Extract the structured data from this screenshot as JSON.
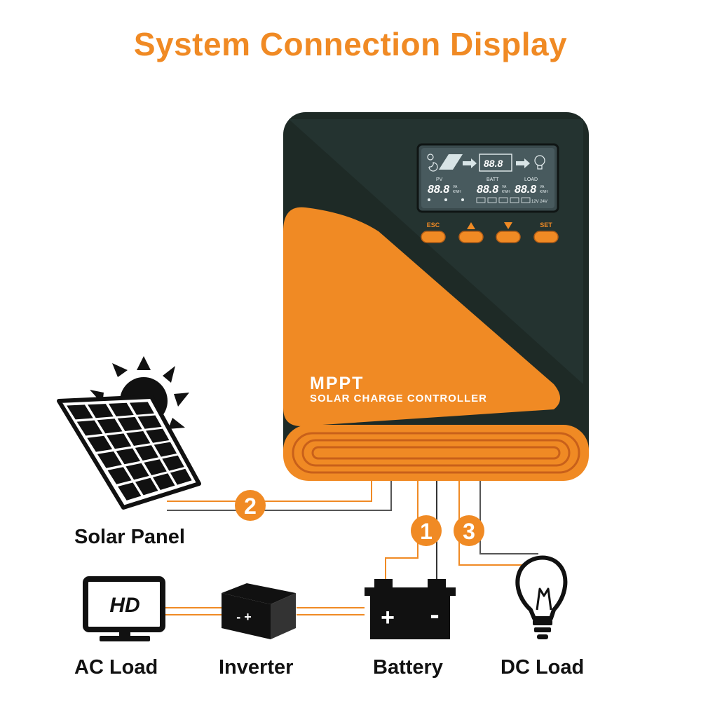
{
  "title": "System Connection Display",
  "accent_color": "#f08a24",
  "device": {
    "brand": "MPPT",
    "subtitle": "SOLAR CHARGE CONTROLLER",
    "body_color": "#1e2a26",
    "buttons": [
      {
        "label": "ESC"
      },
      {
        "label": "",
        "icon": "arrow-up-icon"
      },
      {
        "label": "",
        "icon": "arrow-down-icon"
      },
      {
        "label": "SET"
      }
    ],
    "display": {
      "pv_label": "PV",
      "batt_label": "BATT",
      "load_label": "LOAD",
      "segment_text": "88.8",
      "unit_va": "VA",
      "unit_kwh": "KWH",
      "voltage_text": "12V 24V"
    }
  },
  "connections": [
    {
      "number": "1",
      "target": "Battery"
    },
    {
      "number": "2",
      "target": "Solar Panel"
    },
    {
      "number": "3",
      "target": "DC Load"
    }
  ],
  "components": {
    "solar_panel": "Solar Panel",
    "ac_load": "AC Load",
    "inverter": "Inverter",
    "battery": "Battery",
    "dc_load": "DC Load"
  },
  "icons": {
    "tv": "tv-hd-icon",
    "tv_text": "HD",
    "inverter_symbols": "- +",
    "battery_plus": "+",
    "battery_minus": "-"
  }
}
